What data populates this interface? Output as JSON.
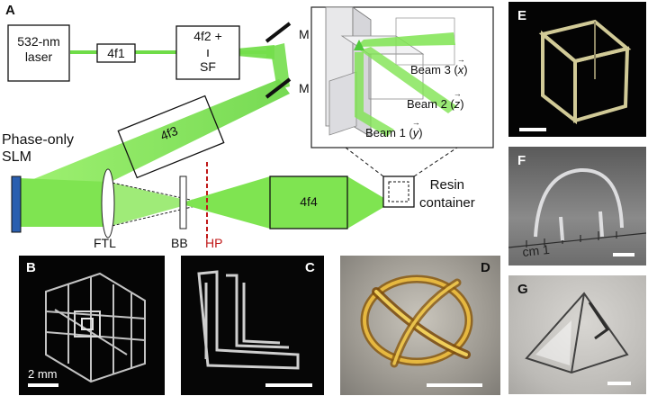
{
  "panels": {
    "a": "A",
    "b": "B",
    "c": "C",
    "d": "D",
    "e": "E",
    "f": "F",
    "g": "G"
  },
  "diagram": {
    "laser_line1": "532-nm",
    "laser_line2": "laser",
    "four_f1": "4f1",
    "four_f2_line1": "4f2 +",
    "four_f2_line2": "SF",
    "mirror_top": "M",
    "mirror_bottom": "M",
    "four_f3": "4f3",
    "slm_line1": "Phase-only",
    "slm_line2": "SLM",
    "ftl": "FTL",
    "bb": "BB",
    "hp": "HP",
    "four_f4": "4f4",
    "resin_line1": "Resin",
    "resin_line2": "container"
  },
  "inset": {
    "beam1": "Beam 1 (",
    "beam1_vec": "y",
    "beam2": "Beam 2 (",
    "beam2_vec": "z",
    "beam3": "Beam 3 (",
    "beam3_vec": "x",
    "close": ")"
  },
  "scale": {
    "b_label": "2 mm"
  },
  "colors": {
    "beam": "#7ce04a",
    "beam_dark": "#3fbf2a",
    "hp": "#c01818",
    "slm": "#2a5fb0"
  }
}
